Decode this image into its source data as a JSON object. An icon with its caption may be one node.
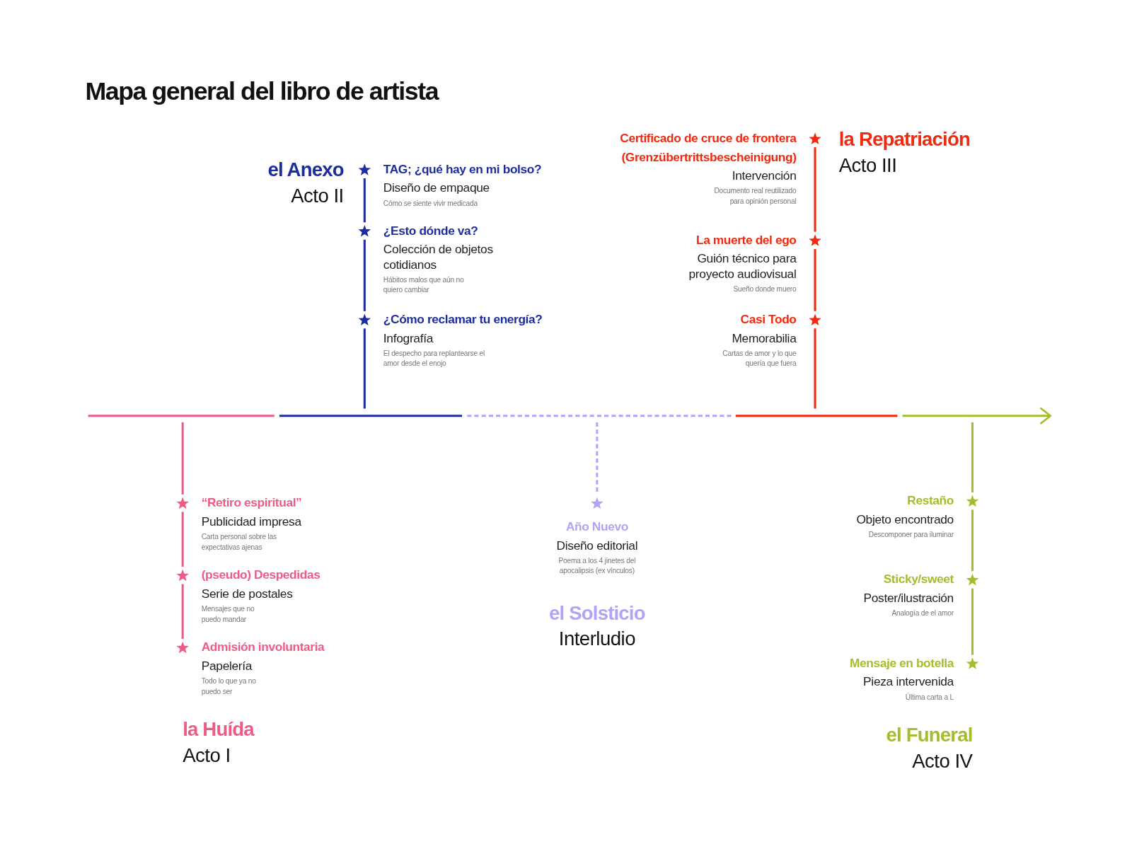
{
  "diagram": {
    "title": "Mapa general del libro de artista",
    "nodes": [
      {
        "text": [],
        "shape": "star",
        "beside": [
          "TAG; ¿qué hay en mi bolso?",
          "Diseño de empaque",
          "Cómo se siente vivir medicada"
        ]
      },
      {
        "text": [],
        "shape": "star",
        "beside": [
          "¿Esto dónde va?",
          "Colección de objetos cotidianos",
          "Hábitos malos que aún no quiero cambiar"
        ]
      },
      {
        "text": [],
        "shape": "star",
        "beside": [
          "¿Cómo reclamar tu energía?",
          "Infografía",
          "El despecho para replantearse el amor desde el enojo"
        ]
      },
      {
        "text": [],
        "shape": "star",
        "beside": [
          "Certificado de cruce de frontera (Grenzübertrittsbescheinigung)",
          "Intervención",
          "Documento real reutilizado para opinión personal"
        ]
      },
      {
        "text": [],
        "shape": "star",
        "beside": [
          "La muerte del ego",
          "Guión técnico para proyecto audiovisual",
          "Sueño donde muero"
        ]
      },
      {
        "text": [],
        "shape": "star",
        "beside": [
          "Casi Todo",
          "Memorabilia",
          "Cartas de amor y lo que quería que fuera"
        ]
      },
      {
        "text": [],
        "shape": "star",
        "beside": [
          "“Retiro espiritual”",
          "Publicidad impresa",
          "Carta personal sobre las expectativas ajenas"
        ]
      },
      {
        "text": [],
        "shape": "star",
        "beside": [
          "(pseudo) Despedidas",
          "Serie de postales",
          "Mensajes que no puedo mandar"
        ]
      },
      {
        "text": [],
        "shape": "star",
        "beside": [
          "Admisión involuntaria",
          "Papelería",
          "Todo lo que ya no puedo ser"
        ]
      },
      {
        "text": [],
        "shape": "star",
        "beside": [
          "Año Nuevo",
          "Diseño editorial",
          "Poema a los 4 jinetes del apocalipsis (ex vínculos)"
        ]
      },
      {
        "text": [],
        "shape": "star",
        "beside": [
          "Restaño",
          "Objeto encontrado",
          "Descomponer para iluminar"
        ]
      },
      {
        "text": [],
        "shape": "star",
        "beside": [
          "Sticky/sweet",
          "Poster/ilustración",
          "Analogía de el amor"
        ]
      },
      {
        "text": [],
        "shape": "star",
        "beside": [
          "Mensaje en botella",
          "Pieza intervenida",
          "Última carta a L"
        ]
      }
    ],
    "edges": [
      {
        "from": 0,
        "to": 1,
        "arrow": "none",
        "color": "#1d2c9e"
      },
      {
        "from": 1,
        "to": 2,
        "arrow": "none",
        "color": "#1d2c9e"
      },
      {
        "from": 2,
        "to": null,
        "arrow": "none",
        "color": "#1d2c9e"
      },
      {
        "from": 3,
        "to": 4,
        "arrow": "none",
        "color": "#f0290f"
      },
      {
        "from": 4,
        "to": 5,
        "arrow": "none",
        "color": "#f0290f"
      },
      {
        "from": 5,
        "to": null,
        "arrow": "none",
        "color": "#f0290f"
      },
      {
        "from": null,
        "to": 6,
        "arrow": "none",
        "color": "#ef5b85"
      },
      {
        "from": 6,
        "to": 7,
        "arrow": "none",
        "color": "#ef5b85"
      },
      {
        "from": 7,
        "to": 8,
        "arrow": "none",
        "color": "#ef5b85"
      },
      {
        "from": null,
        "to": 9,
        "arrow": "none",
        "style": "dashed",
        "color": "#b3a3f7"
      },
      {
        "from": null,
        "to": 10,
        "arrow": "none",
        "color": "#a3be2c"
      },
      {
        "from": 10,
        "to": 11,
        "arrow": "none",
        "color": "#a3be2c"
      },
      {
        "from": 11,
        "to": 12,
        "arrow": "none",
        "color": "#a3be2c"
      }
    ],
    "labels": [
      "la Repatriación",
      "Acto III",
      "el Anexo",
      "Acto II",
      "el Solsticio",
      "Interludio",
      "la Huída",
      "Acto I",
      "el Funeral",
      "Acto IV"
    ]
  }
}
